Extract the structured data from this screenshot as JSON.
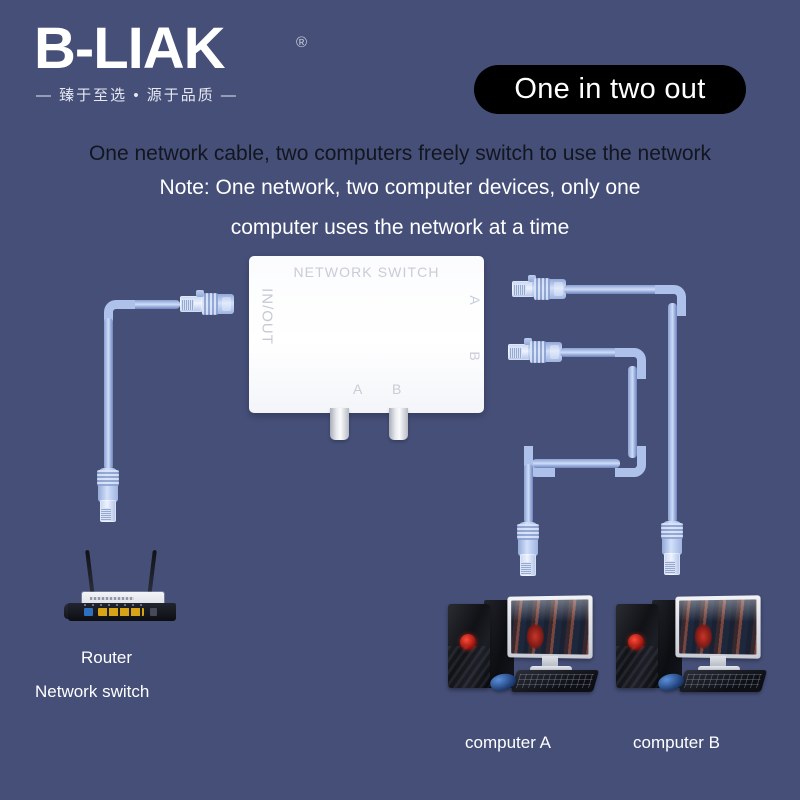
{
  "brand": {
    "name": "B-LIAK",
    "registered_mark": "®",
    "tagline": "— 臻于至选 • 源于品质 —"
  },
  "badge": {
    "label": "One in two out"
  },
  "headlines": {
    "line1": "One network cable, two computers freely switch to use the network",
    "line2": "Note: One network, two computer devices, only one",
    "line3": "computer uses the network at a time"
  },
  "device": {
    "title": "NETWORK SWITCH",
    "input_port_label": "IN/OUT",
    "output_port_labels": [
      "A",
      "B"
    ],
    "button_labels": [
      "A",
      "B"
    ]
  },
  "captions": {
    "router": "Router",
    "network_switch": "Network switch",
    "computer_a": "computer A",
    "computer_b": "computer B"
  },
  "colors": {
    "background": "#454f78",
    "badge_background": "#000000",
    "badge_text": "#ffffff",
    "device_body": "#ffffff",
    "cable": "#adc1ea",
    "headline_primary": "#12161f",
    "headline_secondary": "#ffffff"
  }
}
